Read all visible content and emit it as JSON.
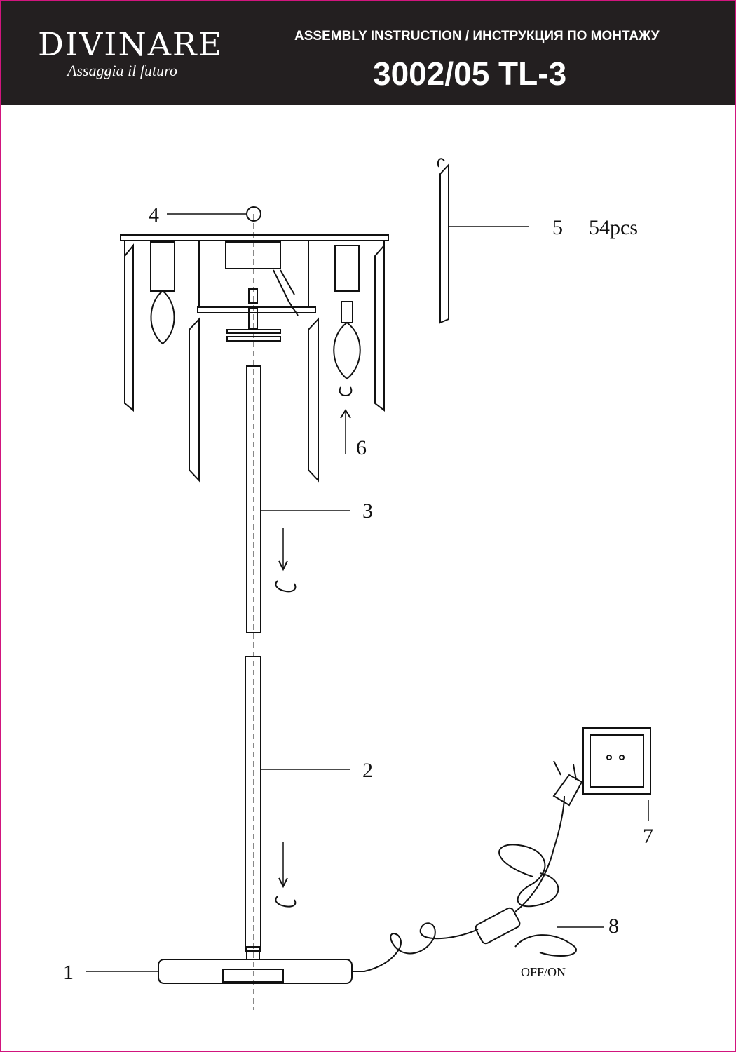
{
  "header": {
    "brand": "DIVINARE",
    "tagline": "Assaggia il futuro",
    "title": "ASSEMBLY INSTRUCTION / ИНСТРУКЦИЯ ПО МОНТАЖУ",
    "model": "3002/05 TL-3"
  },
  "callouts": {
    "c1": "1",
    "c2": "2",
    "c3": "3",
    "c4": "4",
    "c5": "5",
    "c5_qty": "54pcs",
    "c6": "6",
    "c7": "7",
    "c8": "8"
  },
  "switch_label": "OFF/ON",
  "colors": {
    "header_bg": "#231f20",
    "border": "#d1157e",
    "line": "#111111"
  }
}
